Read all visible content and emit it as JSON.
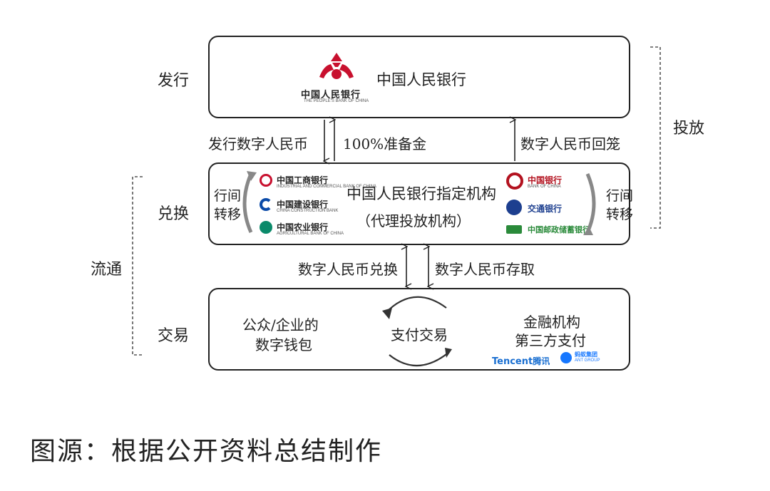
{
  "stages": {
    "issue": "发行",
    "exchange": "兑换",
    "trade": "交易",
    "circulation": "流通",
    "launch": "投放"
  },
  "central_bank": {
    "name": "中国人民银行",
    "logo_cn": "中国人民银行",
    "logo_en": "THE PEOPLE'S BANK OF CHINA"
  },
  "flows_top": {
    "issue_dcep": "发行数字人民币",
    "reserve": "100%准备金",
    "recall": "数字人民币回笼"
  },
  "agencies": {
    "title": "中国人民银行指定机构",
    "subtitle": "（代理投放机构）",
    "transfer_left_1": "行间",
    "transfer_left_2": "转移",
    "transfer_right_1": "行间",
    "transfer_right_2": "转移",
    "banks_left": [
      {
        "name": "中国工商银行",
        "en": "INDUSTRIAL AND COMMERCIAL BANK OF CHINA",
        "color": "#c8102e"
      },
      {
        "name": "中国建设银行",
        "en": "CHINA CONSTRUCTION BANK",
        "color": "#0a4aa8"
      },
      {
        "name": "中国农业银行",
        "en": "AGRICULTURAL BANK OF CHINA",
        "color": "#0a8a6a"
      }
    ],
    "banks_right": [
      {
        "name": "中国银行",
        "en": "BANK OF CHINA",
        "color": "#b3121f"
      },
      {
        "name": "交通银行",
        "en": "",
        "color": "#1d3f8f"
      },
      {
        "name": "中国邮政储蓄银行",
        "en": "",
        "color": "#2a8a3a"
      }
    ]
  },
  "flows_mid": {
    "exchange": "数字人民币兑换",
    "deposit": "数字人民币存取"
  },
  "trade": {
    "wallet_1": "公众/企业的",
    "wallet_2": "数字钱包",
    "payment": "支付交易",
    "fin_1": "金融机构",
    "fin_2": "第三方支付",
    "tencent": "Tencent",
    "tencent_cn": "腾讯",
    "ant_cn": "蚂蚁集团",
    "ant_en": "ANT GROUP"
  },
  "source": "图源：根据公开资料总结制作",
  "colors": {
    "pboc_red": "#c8102e",
    "tencent_blue": "#1a6fd1",
    "ant_blue": "#1677ff"
  }
}
